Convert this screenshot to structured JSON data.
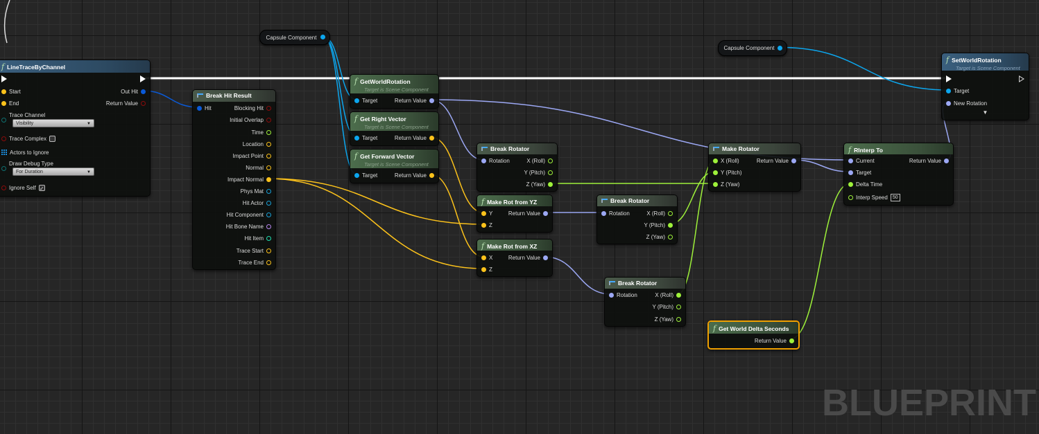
{
  "watermark": "BLUEPRINT",
  "colors": {
    "exec": "#ffffff",
    "vector": "#fcc21b",
    "rotator": "#9ca8f4",
    "object": "#0ca6ee",
    "hitresult": "#0a5ad8",
    "float": "#9ef13a",
    "bool": "#8c0b0b",
    "name": "#0f7070",
    "material": "#18a0d8",
    "bonename": "#b888f0",
    "integer": "#1fe0b0",
    "selected": "#f0a000"
  },
  "nodes": [
    {
      "id": "linetrace",
      "kind": "call",
      "title": "LineTraceByChannel",
      "pins": [
        {
          "side": "in",
          "type": "exec",
          "label": ""
        },
        {
          "side": "out",
          "type": "exec",
          "label": ""
        },
        {
          "side": "in",
          "type": "vector",
          "label": "Start",
          "connected": true
        },
        {
          "side": "in",
          "type": "vector",
          "label": "End",
          "connected": true
        },
        {
          "side": "out",
          "type": "hitresult",
          "label": "Out Hit",
          "connected": true
        },
        {
          "side": "out",
          "type": "bool",
          "label": "Return Value"
        },
        {
          "side": "in",
          "type": "name",
          "label": "Trace Channel",
          "dropdown": "Visibility"
        },
        {
          "side": "in",
          "type": "bool",
          "label": "Trace Complex",
          "checkbox": false
        },
        {
          "side": "in",
          "type": "array",
          "label": "Actors to Ignore"
        },
        {
          "side": "in",
          "type": "name",
          "label": "Draw Debug Type",
          "dropdown": "For Duration"
        },
        {
          "side": "in",
          "type": "bool",
          "label": "Ignore Self",
          "checkbox": true
        }
      ]
    },
    {
      "id": "breakhit",
      "kind": "struct",
      "title": "Break Hit Result",
      "pins": [
        {
          "side": "in",
          "type": "hitresult",
          "label": "Hit",
          "connected": true
        },
        {
          "side": "out",
          "type": "bool",
          "label": "Blocking Hit"
        },
        {
          "side": "out",
          "type": "bool",
          "label": "Initial Overlap"
        },
        {
          "side": "out",
          "type": "float",
          "label": "Time"
        },
        {
          "side": "out",
          "type": "vector",
          "label": "Location"
        },
        {
          "side": "out",
          "type": "vector",
          "label": "Impact Point"
        },
        {
          "side": "out",
          "type": "vector",
          "label": "Normal"
        },
        {
          "side": "out",
          "type": "vector",
          "label": "Impact Normal",
          "connected": true
        },
        {
          "side": "out",
          "type": "material",
          "label": "Phys Mat"
        },
        {
          "side": "out",
          "type": "material",
          "label": "Hit Actor"
        },
        {
          "side": "out",
          "type": "material",
          "label": "Hit Component"
        },
        {
          "side": "out",
          "type": "bonename",
          "label": "Hit Bone Name"
        },
        {
          "side": "out",
          "type": "integer",
          "label": "Hit Item"
        },
        {
          "side": "out",
          "type": "vector",
          "label": "Trace Start"
        },
        {
          "side": "out",
          "type": "vector",
          "label": "Trace End"
        }
      ]
    },
    {
      "id": "capsule1",
      "kind": "var",
      "title": "Capsule Component",
      "pins": [
        {
          "side": "out",
          "type": "object",
          "label": "",
          "connected": true
        }
      ]
    },
    {
      "id": "capsule2",
      "kind": "var",
      "title": "Capsule Component",
      "pins": [
        {
          "side": "out",
          "type": "object",
          "label": "",
          "connected": true
        }
      ]
    },
    {
      "id": "getworldrot",
      "kind": "func",
      "title": "GetWorldRotation",
      "subtitle": "Target is Scene Component",
      "pins": [
        {
          "side": "in",
          "type": "object",
          "label": "Target",
          "connected": true
        },
        {
          "side": "out",
          "type": "rotator",
          "label": "Return Value",
          "connected": true
        }
      ]
    },
    {
      "id": "getright",
      "kind": "func",
      "title": "Get Right Vector",
      "subtitle": "Target is Scene Component",
      "pins": [
        {
          "side": "in",
          "type": "object",
          "label": "Target",
          "connected": true
        },
        {
          "side": "out",
          "type": "vector",
          "label": "Return Value",
          "connected": true
        }
      ]
    },
    {
      "id": "getforward",
      "kind": "func",
      "title": "Get Forward Vector",
      "subtitle": "Target is Scene Component",
      "pins": [
        {
          "side": "in",
          "type": "object",
          "label": "Target",
          "connected": true
        },
        {
          "side": "out",
          "type": "vector",
          "label": "Return Value",
          "connected": true
        }
      ]
    },
    {
      "id": "breakrot1",
      "kind": "struct",
      "title": "Break Rotator",
      "pins": [
        {
          "side": "in",
          "type": "rotator",
          "label": "Rotation",
          "connected": true
        },
        {
          "side": "out",
          "type": "float",
          "label": "X (Roll)"
        },
        {
          "side": "out",
          "type": "float",
          "label": "Y (Pitch)"
        },
        {
          "side": "out",
          "type": "float",
          "label": "Z (Yaw)",
          "connected": true
        }
      ]
    },
    {
      "id": "makeyz",
      "kind": "func",
      "title": "Make Rot from YZ",
      "pins": [
        {
          "side": "in",
          "type": "vector",
          "label": "Y",
          "connected": true
        },
        {
          "side": "out",
          "type": "rotator",
          "label": "Return Value",
          "connected": true
        },
        {
          "side": "in",
          "type": "vector",
          "label": "Z",
          "connected": true
        }
      ]
    },
    {
      "id": "makexz",
      "kind": "func",
      "title": "Make Rot from XZ",
      "pins": [
        {
          "side": "in",
          "type": "vector",
          "label": "X",
          "connected": true
        },
        {
          "side": "out",
          "type": "rotator",
          "label": "Return Value",
          "connected": true
        },
        {
          "side": "in",
          "type": "vector",
          "label": "Z",
          "connected": true
        }
      ]
    },
    {
      "id": "breakrot2",
      "kind": "struct",
      "title": "Break Rotator",
      "pins": [
        {
          "side": "in",
          "type": "rotator",
          "label": "Rotation",
          "connected": true
        },
        {
          "side": "out",
          "type": "float",
          "label": "X (Roll)"
        },
        {
          "side": "out",
          "type": "float",
          "label": "Y (Pitch)",
          "connected": true
        },
        {
          "side": "out",
          "type": "float",
          "label": "Z (Yaw)"
        }
      ]
    },
    {
      "id": "breakrot3",
      "kind": "struct",
      "title": "Break Rotator",
      "pins": [
        {
          "side": "in",
          "type": "rotator",
          "label": "Rotation",
          "connected": true
        },
        {
          "side": "out",
          "type": "float",
          "label": "X (Roll)",
          "connected": true
        },
        {
          "side": "out",
          "type": "float",
          "label": "Y (Pitch)"
        },
        {
          "side": "out",
          "type": "float",
          "label": "Z (Yaw)"
        }
      ]
    },
    {
      "id": "makerot",
      "kind": "struct",
      "title": "Make Rotator",
      "pins": [
        {
          "side": "in",
          "type": "float",
          "label": "X (Roll)",
          "connected": true
        },
        {
          "side": "out",
          "type": "rotator",
          "label": "Return Value",
          "connected": true
        },
        {
          "side": "in",
          "type": "float",
          "label": "Y (Pitch)",
          "connected": true
        },
        {
          "side": "in",
          "type": "float",
          "label": "Z (Yaw)",
          "connected": true
        }
      ]
    },
    {
      "id": "rinterp",
      "kind": "func",
      "title": "RInterp To",
      "pins": [
        {
          "side": "in",
          "type": "rotator",
          "label": "Current",
          "connected": true
        },
        {
          "side": "out",
          "type": "rotator",
          "label": "Return Value",
          "connected": true
        },
        {
          "side": "in",
          "type": "rotator",
          "label": "Target",
          "connected": true
        },
        {
          "side": "in",
          "type": "float",
          "label": "Delta Time",
          "connected": true
        },
        {
          "side": "in",
          "type": "float",
          "label": "Interp Speed",
          "value": "50"
        }
      ]
    },
    {
      "id": "setworldrot",
      "kind": "call",
      "title": "SetWorldRotation",
      "subtitle": "Target is Scene Component",
      "pins": [
        {
          "side": "in",
          "type": "exec",
          "label": "",
          "connected": true
        },
        {
          "side": "out",
          "type": "exec",
          "label": "",
          "hollow": true
        },
        {
          "side": "in",
          "type": "object",
          "label": "Target",
          "connected": true
        },
        {
          "side": "in",
          "type": "rotator",
          "label": "New Rotation",
          "connected": true
        }
      ],
      "more": "▼"
    },
    {
      "id": "deltasec",
      "kind": "func",
      "title": "Get World Delta Seconds",
      "selected": true,
      "pins": [
        {
          "side": "out",
          "type": "float",
          "label": "Return Value",
          "connected": true
        }
      ]
    }
  ],
  "connections": [
    [
      "linetrace",
      1,
      "setworldrot",
      0,
      "exec"
    ],
    [
      "linetrace",
      4,
      "breakhit",
      0,
      "hitresult"
    ],
    [
      "capsule1",
      0,
      "getworldrot",
      0,
      "object"
    ],
    [
      "capsule1",
      0,
      "getright",
      0,
      "object"
    ],
    [
      "capsule1",
      0,
      "getforward",
      0,
      "object"
    ],
    [
      "capsule2",
      0,
      "setworldrot",
      2,
      "object"
    ],
    [
      "getworldrot",
      1,
      "breakrot1",
      0,
      "rotator"
    ],
    [
      "getworldrot",
      1,
      "rinterp",
      0,
      "rotator"
    ],
    [
      "getright",
      1,
      "makeyz",
      0,
      "vector"
    ],
    [
      "getforward",
      1,
      "makexz",
      0,
      "vector"
    ],
    [
      "breakhit",
      7,
      "makeyz",
      2,
      "vector"
    ],
    [
      "breakhit",
      7,
      "makexz",
      2,
      "vector"
    ],
    [
      "breakrot1",
      3,
      "makerot",
      3,
      "float"
    ],
    [
      "makeyz",
      1,
      "breakrot2",
      0,
      "rotator"
    ],
    [
      "makexz",
      1,
      "breakrot3",
      0,
      "rotator"
    ],
    [
      "breakrot2",
      2,
      "makerot",
      2,
      "float"
    ],
    [
      "breakrot3",
      1,
      "makerot",
      0,
      "float"
    ],
    [
      "makerot",
      1,
      "rinterp",
      2,
      "rotator"
    ],
    [
      "deltasec",
      0,
      "rinterp",
      3,
      "float"
    ],
    [
      "rinterp",
      1,
      "setworldrot",
      3,
      "rotator"
    ]
  ]
}
